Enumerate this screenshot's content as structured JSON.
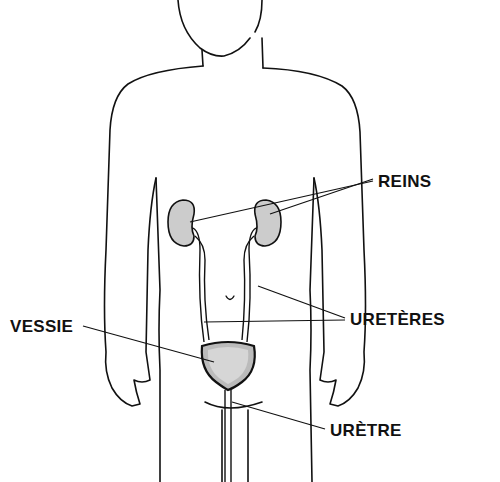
{
  "diagram": {
    "labels": [
      "REINS",
      "URETÈRES",
      "VESSIE",
      "URÈTRE"
    ]
  }
}
